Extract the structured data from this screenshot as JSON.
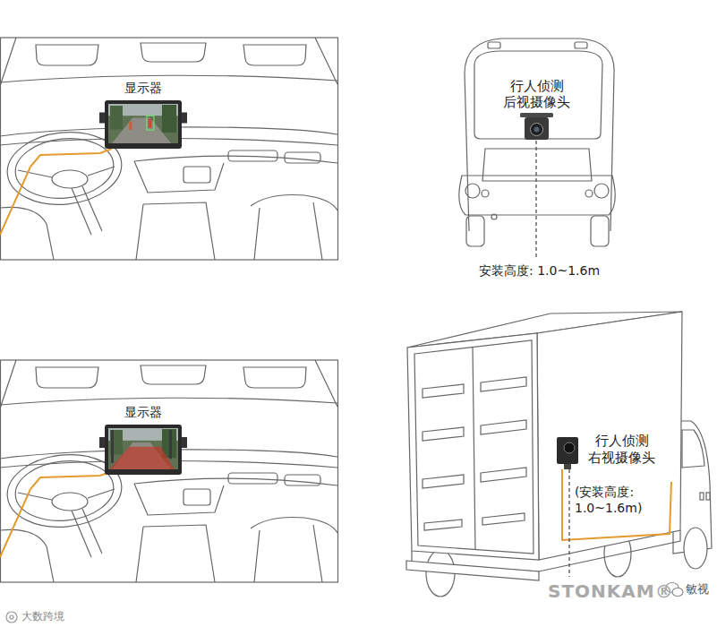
{
  "diagram": {
    "nodes": [
      {
        "text": [
          "显示器"
        ]
      },
      {
        "text": [
          "行人侦测 后视摄像头"
        ]
      },
      {
        "text": [
          "显示器"
        ]
      },
      {
        "text": [
          "行人侦测 右视摄像头"
        ]
      }
    ],
    "labels": [
      "安装高度: 1.0~1.6m",
      "(安装高度: 1.0~1.6m)",
      "STONKAM®",
      "敏视",
      "大数跨境"
    ]
  }
}
